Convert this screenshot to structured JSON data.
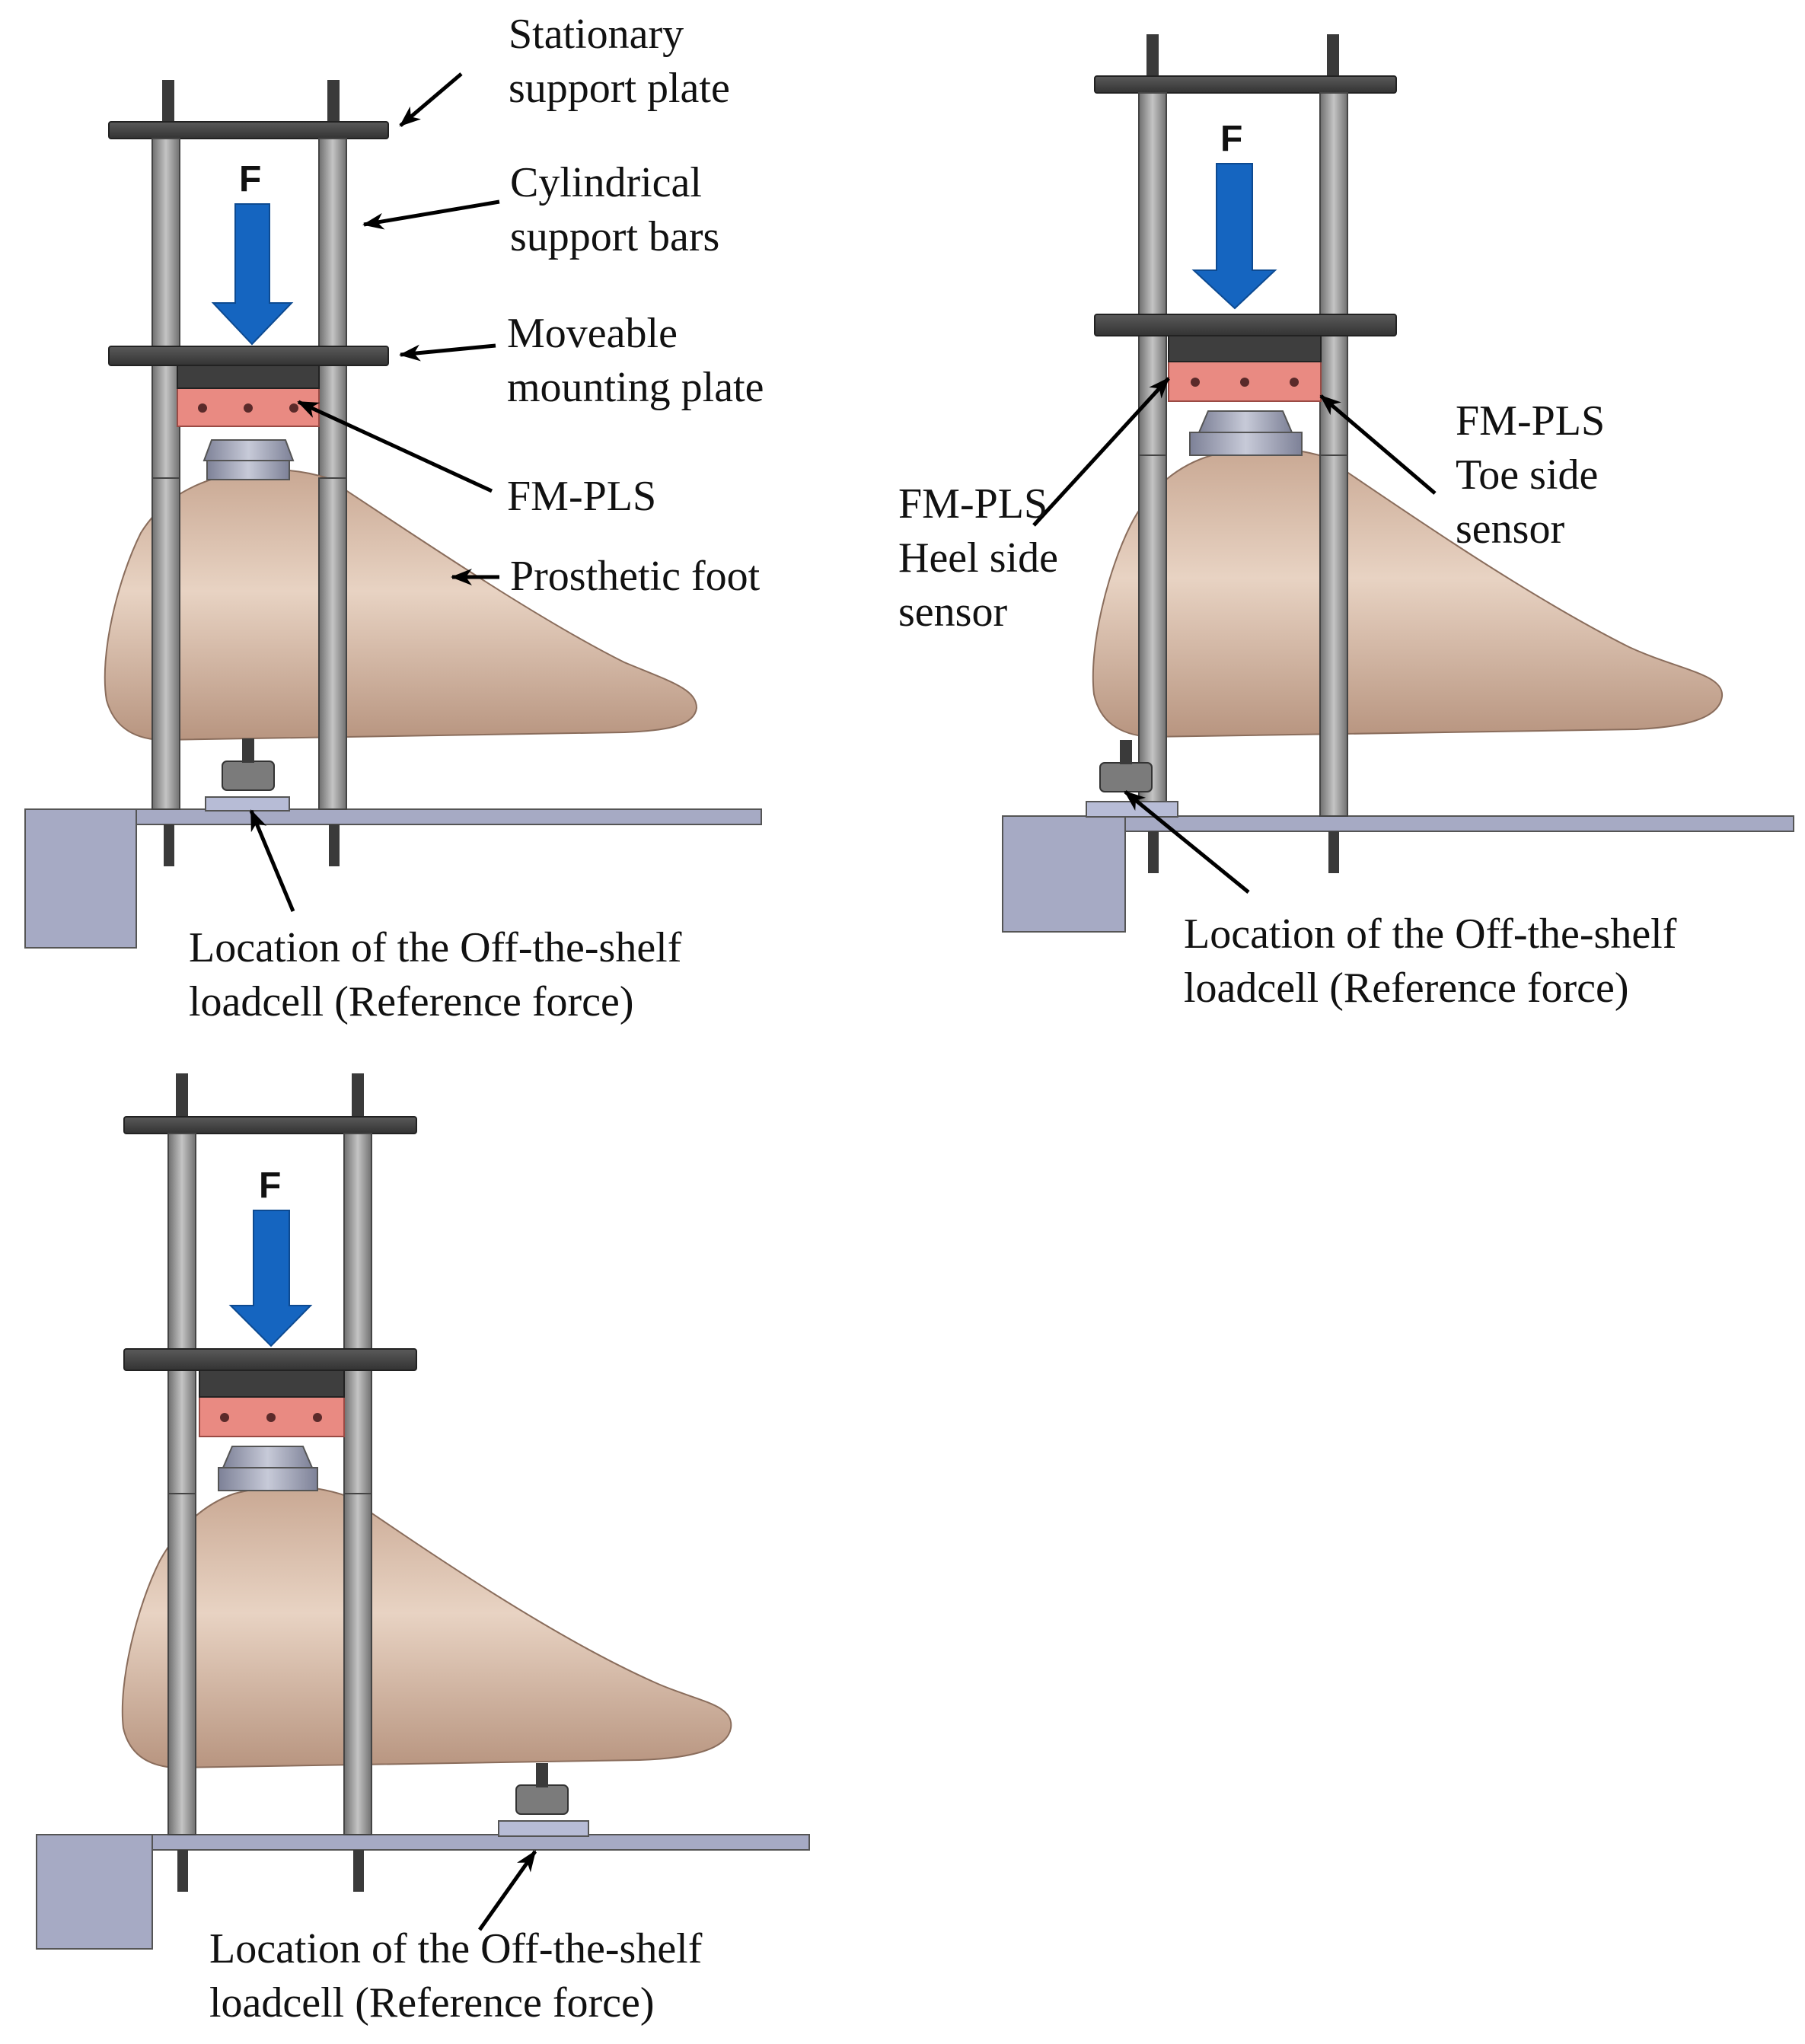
{
  "colors": {
    "plate": "#4a4a4a",
    "bar": "#8c8c8c",
    "arrow": "#1565c0",
    "sensor": "#e98a82",
    "foot": "#d8b9a4",
    "base": "#a6aac4",
    "loadcell": "#7b7b7b"
  },
  "panels": [
    {
      "force_label": "F",
      "labels": {
        "stationary_plate": [
          "Stationary",
          "support plate"
        ],
        "support_bars": [
          "Cylindrical",
          "support bars"
        ],
        "moveable_plate": [
          "Moveable",
          "mounting plate"
        ],
        "fm_pls": "FM-PLS",
        "prosthetic_foot": "Prosthetic foot",
        "loadcell": [
          "Location of the Off-the-shelf",
          "loadcell (Reference force)"
        ]
      }
    },
    {
      "force_label": "F",
      "labels": {
        "toe_sensor": [
          "FM-PLS",
          "Toe side",
          "sensor"
        ],
        "heel_sensor": [
          "FM-PLS",
          "Heel side",
          "sensor"
        ],
        "loadcell": [
          "Location of the Off-the-shelf",
          "loadcell (Reference force)"
        ]
      }
    },
    {
      "force_label": "F",
      "labels": {
        "loadcell": [
          "Location of the Off-the-shelf",
          "loadcell (Reference force)"
        ]
      }
    }
  ]
}
